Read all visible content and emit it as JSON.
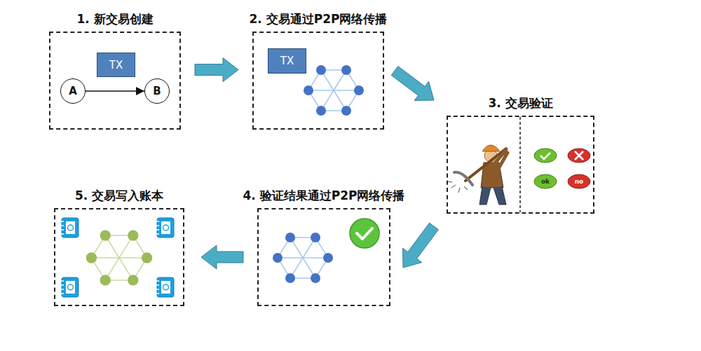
{
  "diagram": {
    "nodes": [
      {
        "text": [
          "1. 新交易创建"
        ]
      },
      {
        "text": [
          "TX"
        ],
        "in": 0
      },
      {
        "text": [
          "A"
        ],
        "in": 0
      },
      {
        "text": [
          "B"
        ],
        "in": 0
      },
      {
        "text": [
          "2. 交易通过P2P网络传播"
        ]
      },
      {
        "text": [
          "TX"
        ],
        "in": 4
      },
      {
        "text": [
          "3. 交易验证"
        ]
      },
      {
        "text": [
          "4. 验证结果通过P2P网络传播"
        ]
      },
      {
        "text": [
          "5. 交易写入账本"
        ]
      }
    ],
    "edges": [
      {
        "from": 2,
        "to": 3,
        "arrow": "to"
      },
      {
        "from": 0,
        "to": 4,
        "arrow": "to"
      },
      {
        "from": 4,
        "to": 6,
        "arrow": "to"
      },
      {
        "from": 6,
        "to": 7,
        "arrow": "to"
      },
      {
        "from": 7,
        "to": 8,
        "arrow": "to"
      }
    ],
    "labels": [
      "ok",
      "no"
    ]
  }
}
